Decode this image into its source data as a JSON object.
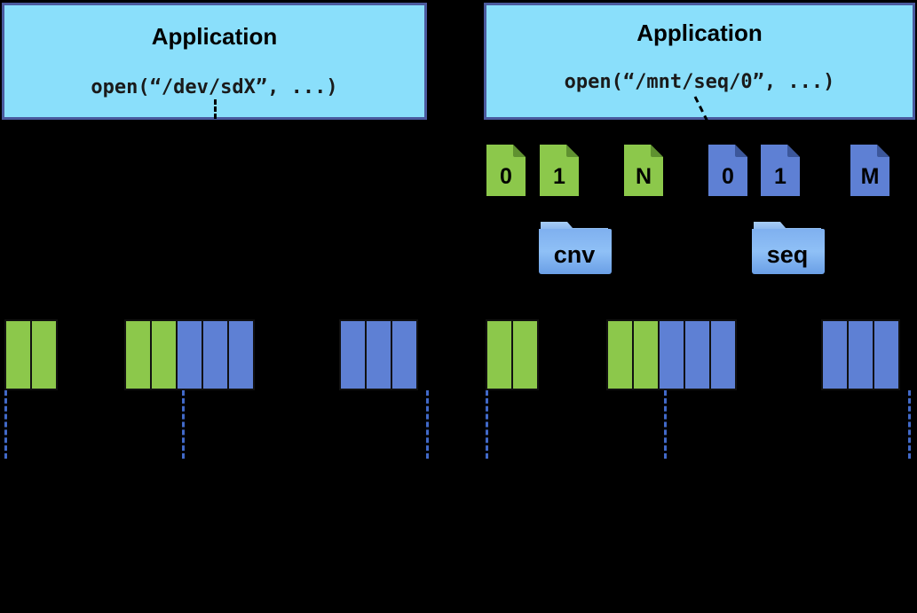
{
  "diagram": {
    "title": "block-device vs filesystem access comparison",
    "colors": {
      "app_box_fill": "#8ADFFB",
      "app_box_border": "#4A5A9E",
      "green_block": "#8CC84B",
      "blue_block": "#5E80D4",
      "dash_line": "#4169C8",
      "background": "#000000"
    },
    "panels": [
      {
        "id": "left",
        "app": {
          "title": "Application",
          "call": "open(“/dev/sdX”, ...)"
        },
        "files": [],
        "folders": [],
        "block_groups": [
          {
            "id": "left-group-1",
            "blocks": [
              "green",
              "green"
            ]
          },
          {
            "id": "left-group-2",
            "blocks": [
              "green",
              "green",
              "blue",
              "blue",
              "blue"
            ]
          },
          {
            "id": "left-group-3",
            "blocks": [
              "blue",
              "blue",
              "blue"
            ]
          }
        ]
      },
      {
        "id": "right",
        "app": {
          "title": "Application",
          "call": "open(“/mnt/seq/0”, ...)"
        },
        "files": [
          {
            "label": "0",
            "color": "green"
          },
          {
            "label": "1",
            "color": "green"
          },
          {
            "label": "N",
            "color": "green"
          },
          {
            "label": "0",
            "color": "blue"
          },
          {
            "label": "1",
            "color": "blue"
          },
          {
            "label": "M",
            "color": "blue"
          }
        ],
        "folders": [
          {
            "label": "cnv"
          },
          {
            "label": "seq"
          }
        ],
        "block_groups": [
          {
            "id": "right-group-1",
            "blocks": [
              "green",
              "green"
            ]
          },
          {
            "id": "right-group-2",
            "blocks": [
              "green",
              "green",
              "blue",
              "blue",
              "blue"
            ]
          },
          {
            "id": "right-group-3",
            "blocks": [
              "blue",
              "blue",
              "blue"
            ]
          }
        ]
      }
    ]
  }
}
